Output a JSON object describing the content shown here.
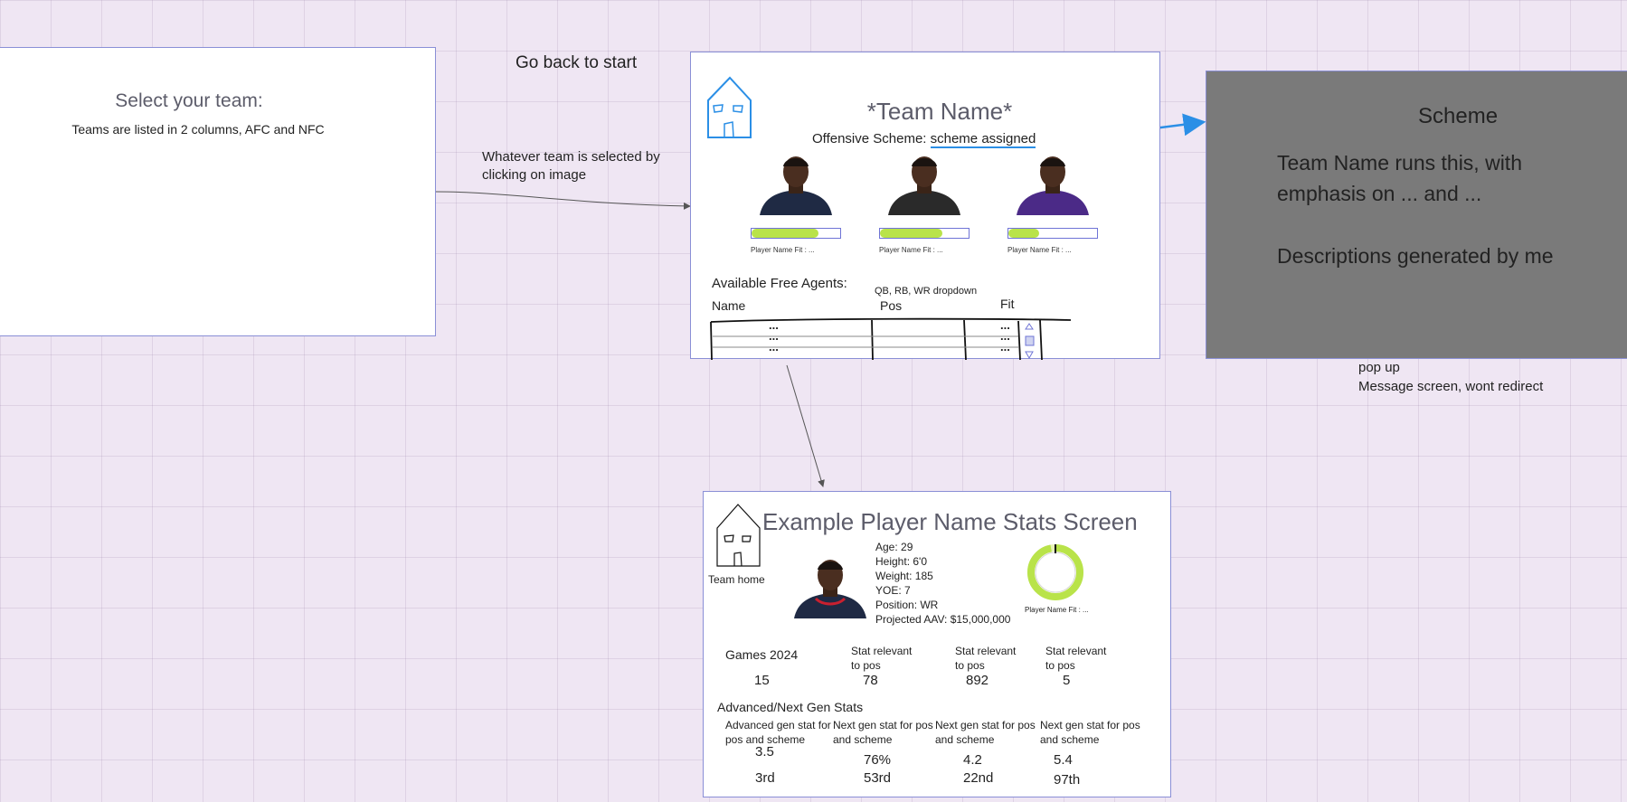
{
  "select_frame": {
    "title": "Select your team:",
    "subtitle": "Teams are listed in 2 columns, AFC and NFC"
  },
  "notes": {
    "go_back": "Go back to start",
    "whatever_team": "Whatever team is selected by\nclicking on image",
    "popup_line1": "pop up",
    "popup_line2": "Message screen, wont redirect"
  },
  "team_frame": {
    "title": "*Team Name*",
    "scheme_label": "Offensive Scheme:",
    "scheme_value": "scheme assigned",
    "players": [
      {
        "fit_label": "Player Name Fit : ...",
        "fit": 0.75,
        "fill_color": "#b9e34a",
        "jersey_color": "#1f2a44",
        "bg": "#ffffff"
      },
      {
        "fit_label": "Player Name Fit : ...",
        "fit": 0.7,
        "fill_color": "#b9e34a",
        "jersey_color": "#2a2a2a",
        "bg": "#ffffff"
      },
      {
        "fit_label": "Player Name Fit : ...",
        "fit": 0.35,
        "fill_color": "#b9e34a",
        "jersey_color": "#4b2a87",
        "bg": "#ffffff"
      }
    ],
    "free_agents_label": "Available Free Agents:",
    "dropdown_note": "QB, RB, WR dropdown",
    "columns": [
      "Name",
      "Pos",
      "Fit"
    ],
    "rows": [
      {
        "name": "...",
        "fit": "..."
      },
      {
        "name": "...",
        "fit": "..."
      },
      {
        "name": "...",
        "fit": "..."
      }
    ]
  },
  "scheme_popup": {
    "title": "Scheme",
    "line1": "Team Name runs this, with",
    "line2": "emphasis on ... and ...",
    "line3": "Descriptions generated by me",
    "bg_color": "#7a7a7a"
  },
  "stats_frame": {
    "title": "Example Player Name Stats Screen",
    "home_label": "Team home",
    "bio": {
      "age": "Age: 29",
      "height": "Height: 6'0",
      "weight": "Weight: 185",
      "yoe": "YOE: 7",
      "position": "Position: WR",
      "aav": "Projected AAV: $15,000,000"
    },
    "fit_label": "Player Name Fit : ...",
    "fit": 0.97,
    "games_label": "Games 2024",
    "games_value": "15",
    "stat_headers": [
      "Stat relevant\nto pos",
      "Stat relevant\nto pos",
      "Stat relevant\nto pos"
    ],
    "stat_values": [
      "78",
      "892",
      "5"
    ],
    "adv_title": "Advanced/Next Gen Stats",
    "adv_headers": [
      "Advanced gen stat for\npos and scheme",
      "Next gen stat for pos\nand scheme",
      "Next gen stat for pos\nand scheme",
      "Next gen stat for pos\nand scheme"
    ],
    "adv_values": [
      "3.5",
      "76%",
      "4.2",
      "5.4"
    ],
    "adv_ranks": [
      "3rd",
      "53rd",
      "22nd",
      "97th"
    ]
  }
}
